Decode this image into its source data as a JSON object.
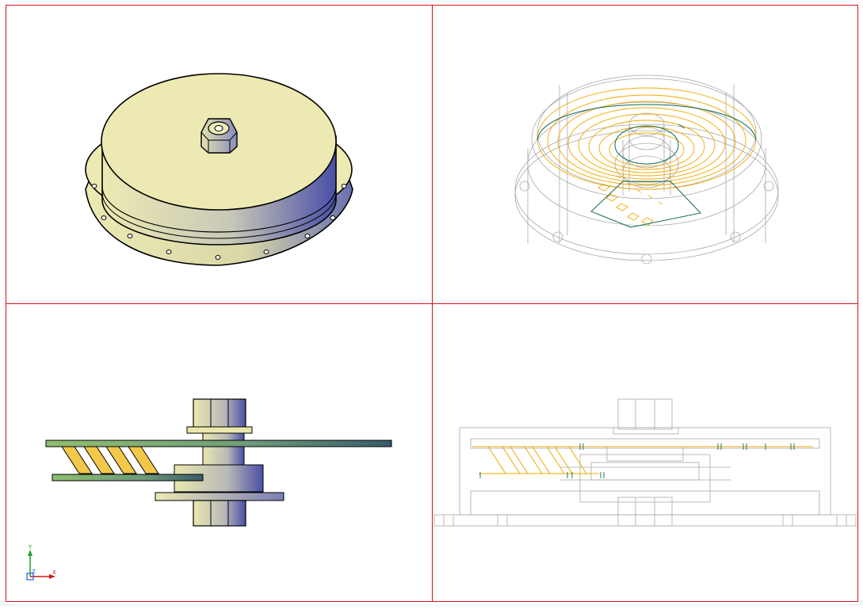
{
  "app": {
    "title": ""
  },
  "colors": {
    "viewport_border": "#d0141a",
    "background": "#ffffff",
    "shade_light": "#e9e7ad",
    "shade_dark": "#4a4fa6",
    "wire_gray": "#a0a0a0",
    "wire_orange": "#f2a900",
    "wire_green": "#0f6a55",
    "ucs_y": "#1aa12c",
    "ucs_x": "#d01a1a",
    "ucs_z": "#1a5fd0"
  },
  "viewports": [
    {
      "name": "top-left",
      "style": "shaded",
      "view": "isometric"
    },
    {
      "name": "top-right",
      "style": "wireframe",
      "view": "isometric"
    },
    {
      "name": "bottom-left",
      "style": "shaded",
      "view": "front"
    },
    {
      "name": "bottom-right",
      "style": "wireframe",
      "view": "front"
    }
  ],
  "ucs": {
    "x_label": "X",
    "y_label": "Y",
    "z_label": "Z"
  },
  "icons": {
    "ucs": "ucs-axis-icon"
  }
}
